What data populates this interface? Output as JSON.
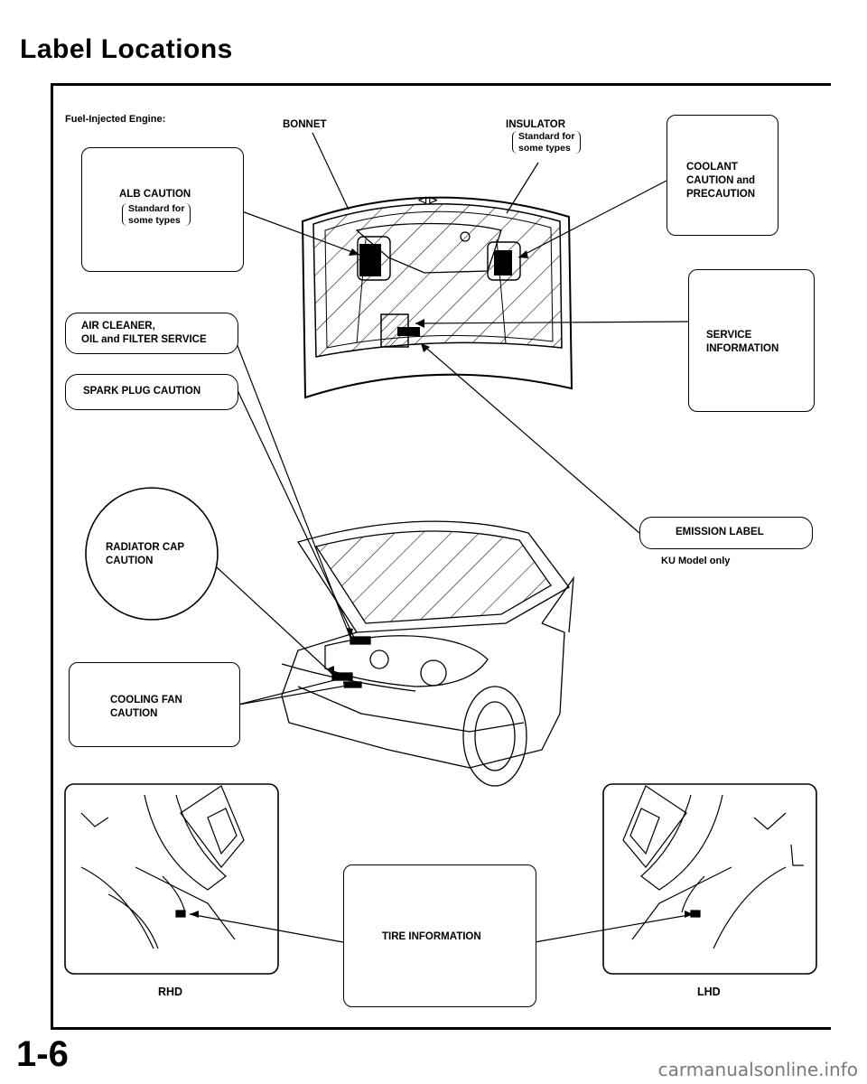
{
  "page": {
    "title": "Label Locations",
    "page_number": "1-6",
    "watermark": "carmanualsonline.info"
  },
  "header": {
    "engine_label": "Fuel-Injected Engine:",
    "bonnet": "BONNET",
    "insulator": "INSULATOR",
    "insulator_note_1": "Standard for",
    "insulator_note_2": "some types"
  },
  "callouts": {
    "alb_caution": "ALB CAUTION",
    "alb_note_1": "Standard for",
    "alb_note_2": "some types",
    "coolant_1": "COOLANT",
    "coolant_2": "CAUTION and",
    "coolant_3": "PRECAUTION",
    "air_cleaner_1": "AIR CLEANER,",
    "air_cleaner_2": "OIL and FILTER SERVICE",
    "service_1": "SERVICE",
    "service_2": "INFORMATION",
    "spark_plug": "SPARK PLUG CAUTION",
    "radiator_1": "RADIATOR CAP",
    "radiator_2": "CAUTION",
    "emission": "EMISSION LABEL",
    "emission_note": "KU Model only",
    "cooling_fan_1": "COOLING FAN",
    "cooling_fan_2": "CAUTION",
    "tire": "TIRE INFORMATION",
    "rhd": "RHD",
    "lhd": "LHD"
  },
  "colors": {
    "ink": "#000000",
    "paper": "#ffffff"
  }
}
